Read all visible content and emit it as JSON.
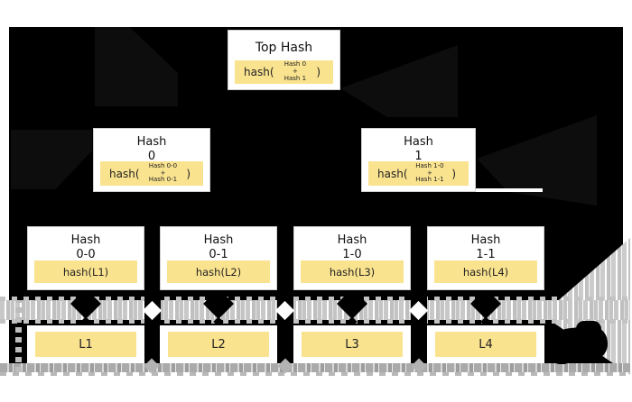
{
  "colors": {
    "page_background": "#ffffff",
    "diagram_background": "#000000",
    "node_fill": "#ffffff",
    "hash_label_fill": "#fae38f",
    "stripe_gray": "#c8c8c8",
    "text": "#111111"
  },
  "tree": {
    "root": {
      "title": "Top Hash",
      "fn_open": "hash(",
      "arg1": "Hash 0",
      "plus": "+",
      "arg2": "Hash 1",
      "fn_close": ")"
    },
    "internal": [
      {
        "title_line1": "Hash",
        "title_line2": "0",
        "fn_open": "hash(",
        "arg1": "Hash 0-0",
        "plus": "+",
        "arg2": "Hash 0-1",
        "fn_close": ")"
      },
      {
        "title_line1": "Hash",
        "title_line2": "1",
        "fn_open": "hash(",
        "arg1": "Hash 1-0",
        "plus": "+",
        "arg2": "Hash 1-1",
        "fn_close": ")"
      }
    ],
    "leaf_hashes": [
      {
        "title_line1": "Hash",
        "title_line2": "0-0",
        "label": "hash(L1)"
      },
      {
        "title_line1": "Hash",
        "title_line2": "0-1",
        "label": "hash(L2)"
      },
      {
        "title_line1": "Hash",
        "title_line2": "1-0",
        "label": "hash(L3)"
      },
      {
        "title_line1": "Hash",
        "title_line2": "1-1",
        "label": "hash(L4)"
      }
    ],
    "data_blocks": [
      {
        "label": "L1"
      },
      {
        "label": "L2"
      },
      {
        "label": "L3"
      },
      {
        "label": "L4"
      }
    ]
  }
}
